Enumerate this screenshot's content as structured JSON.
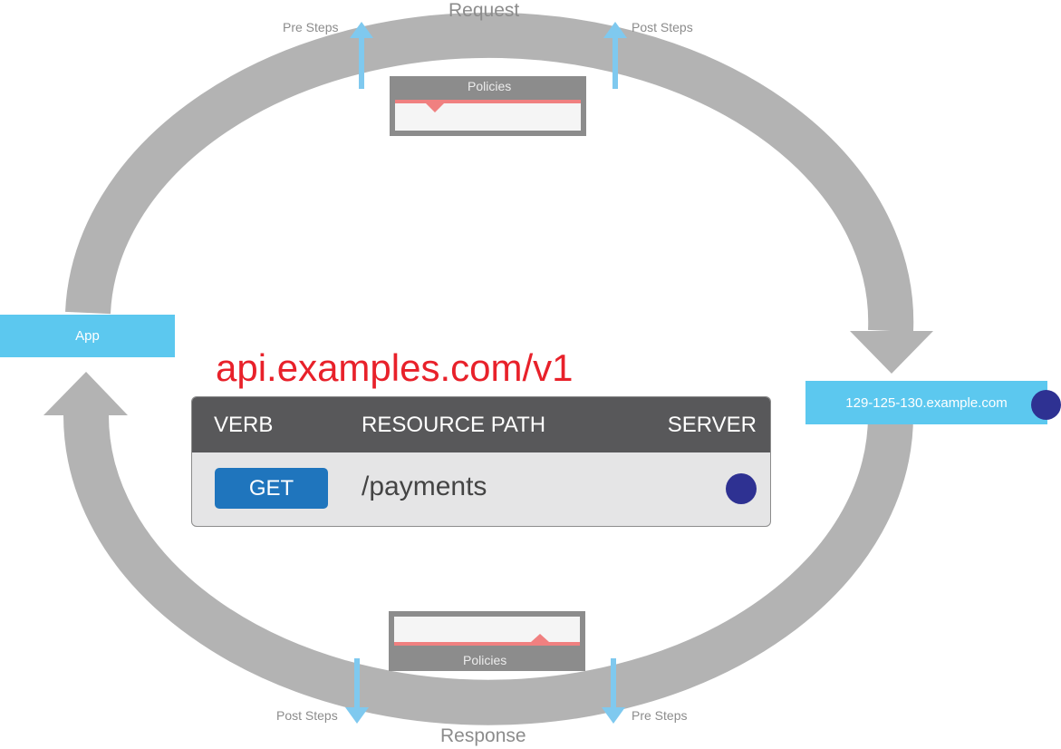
{
  "flow": {
    "request_label": "Request",
    "response_label": "Response",
    "request_pre_steps": "Pre Steps",
    "request_post_steps": "Post Steps",
    "response_post_steps": "Post Steps",
    "response_pre_steps": "Pre Steps"
  },
  "policies": {
    "top_label": "Policies",
    "bottom_label": "Policies"
  },
  "endpoints": {
    "app_label": "App",
    "server_host": "129-125-130.example.com"
  },
  "api": {
    "base_url": "api.examples.com/v1"
  },
  "route_table": {
    "headers": {
      "verb": "VERB",
      "resource_path": "RESOURCE PATH",
      "server": "SERVER"
    },
    "row": {
      "verb": "GET",
      "resource_path": "/payments"
    }
  },
  "colors": {
    "ring": "#b3b3b3",
    "accent_blue": "#5cc8ef",
    "step_arrow": "#7fc9ef",
    "server_dot": "#2e3192",
    "url_red": "#e8212a",
    "verb_blue": "#1f75bd",
    "policy_marker": "#f08080"
  }
}
